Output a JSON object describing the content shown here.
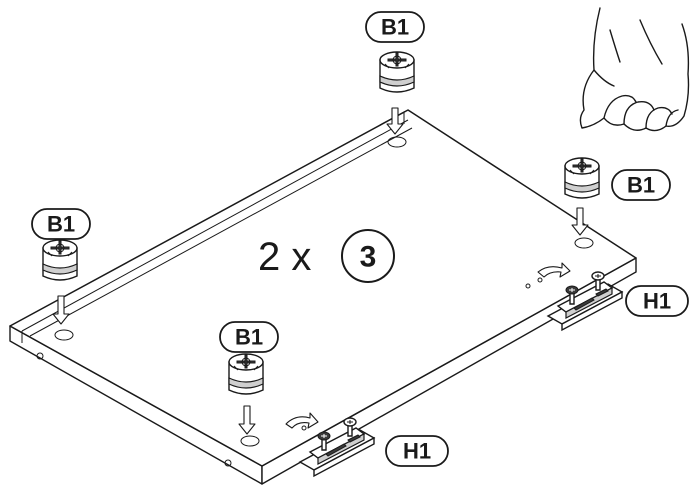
{
  "labels": {
    "b1_top": "B1",
    "b1_right": "B1",
    "b1_left": "B1",
    "b1_center": "B1",
    "h1_right": "H1",
    "h1_bottom": "H1"
  },
  "quantity": {
    "multiplier": "2 x",
    "step": "3"
  },
  "parts": {
    "cam_lock": "cam-lock-fitting",
    "hinge": "cup-hinge",
    "panel": "board-panel"
  }
}
